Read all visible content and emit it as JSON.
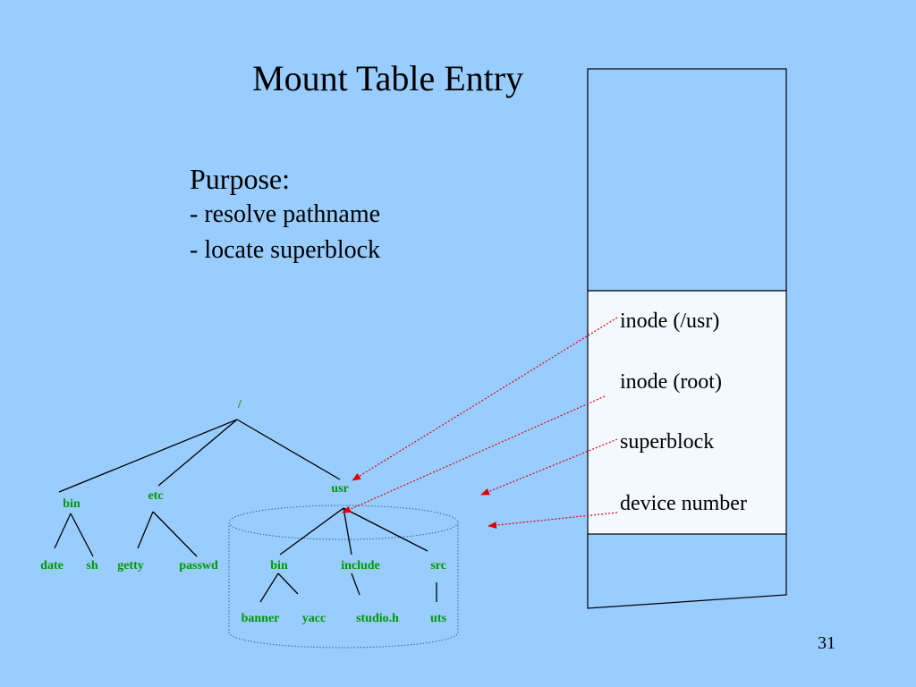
{
  "title": "Mount Table Entry",
  "purpose": {
    "heading": "Purpose:",
    "items": [
      "- resolve pathname",
      "- locate superblock"
    ]
  },
  "mount_table_fields": [
    "inode (/usr)",
    "inode (root)",
    "superblock",
    "device number"
  ],
  "tree": {
    "root": "/",
    "level1": [
      "bin",
      "etc",
      "usr"
    ],
    "bin_children": [
      "date",
      "sh"
    ],
    "etc_children": [
      "getty",
      "passwd"
    ],
    "usr_children": [
      "bin",
      "include",
      "src"
    ],
    "usr_bin_children": [
      "banner",
      "yacc"
    ],
    "include_children": [
      "studio.h"
    ],
    "src_children": [
      "uts"
    ]
  },
  "page_number": "31",
  "colors": {
    "background": "#99ccff",
    "tree_label": "#009900",
    "pointer_arrow": "#dd0000",
    "table_fill": "#f4f8ff"
  }
}
